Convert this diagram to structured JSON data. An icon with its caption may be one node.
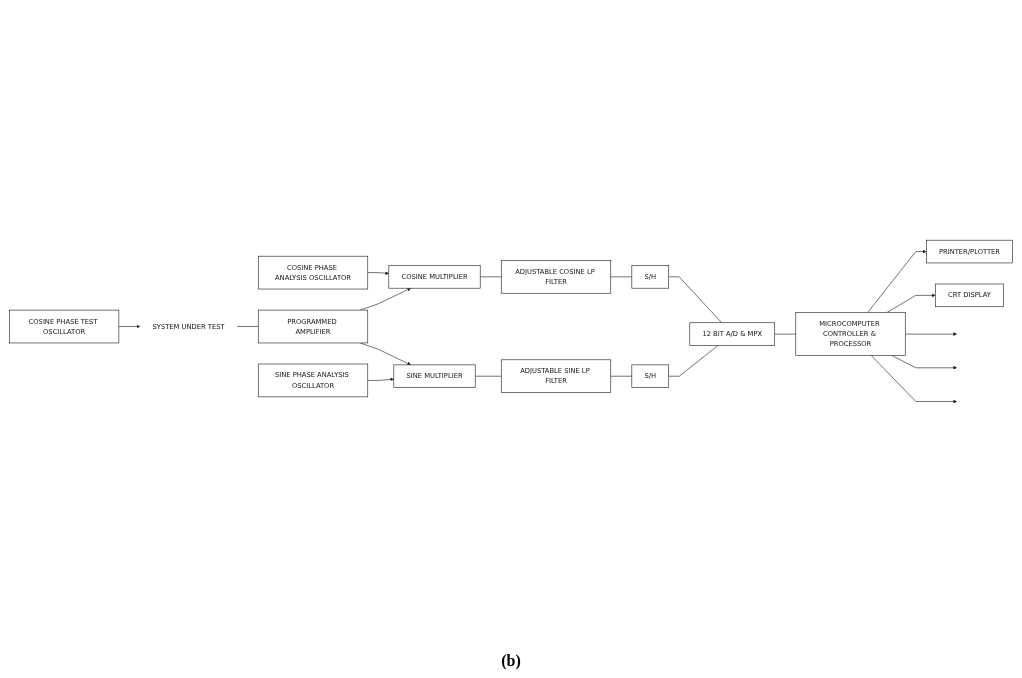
{
  "diagram": {
    "caption": "(b)",
    "nodes": [
      {
        "text": [
          "COSINE PHASE TEST OSCILLATOR"
        ]
      },
      {
        "text": [
          "SYSTEM UNDER TEST"
        ]
      },
      {
        "text": [
          "COSINE PHASE ANALYSIS OSCILLATOR"
        ]
      },
      {
        "text": [
          "COSINE MULTIPLIER"
        ]
      },
      {
        "text": [
          "ADJUSTABLE COSINE LP FILTER"
        ]
      },
      {
        "text": [
          "S/H"
        ]
      },
      {
        "text": [
          "12 BIT A/D & MPX"
        ]
      },
      {
        "text": [
          "PROGRAMMED AMPLIFIER"
        ]
      },
      {
        "text": [
          "SINE MULTIPLIER"
        ]
      },
      {
        "text": [
          "ADJUSTABLE SINE LP FILTER"
        ]
      },
      {
        "text": [
          "S/H"
        ]
      },
      {
        "text": [
          "SINE PHASE ANALYSIS OSCILLATOR"
        ]
      },
      {
        "text": [
          "PRINTER/PLOTTER"
        ]
      },
      {
        "text": [
          "MICROCOMPUTER CONTROLLER & PROCESSOR"
        ]
      },
      {
        "text": [
          "CRT DISPLAY"
        ]
      }
    ],
    "edges": [
      {
        "from": 0,
        "to": 1,
        "arrow": "to"
      },
      {
        "from": 1,
        "to": 7,
        "arrow": "none"
      },
      {
        "from": 7,
        "to": 3,
        "arrow": "to"
      },
      {
        "from": 7,
        "to": 8,
        "arrow": "to"
      },
      {
        "from": 2,
        "to": 3,
        "arrow": "to"
      },
      {
        "from": 11,
        "to": 8,
        "arrow": "to"
      },
      {
        "from": 3,
        "to": 4,
        "arrow": "none"
      },
      {
        "from": 4,
        "to": 5,
        "arrow": "none"
      },
      {
        "from": 5,
        "to": 6,
        "arrow": "none"
      },
      {
        "from": 8,
        "to": 9,
        "arrow": "none"
      },
      {
        "from": 9,
        "to": 10,
        "arrow": "none"
      },
      {
        "from": 10,
        "to": 6,
        "arrow": "none"
      },
      {
        "from": 6,
        "to": 13,
        "arrow": "none"
      },
      {
        "from": 13,
        "to": 12,
        "arrow": "to"
      },
      {
        "from": 13,
        "to": 14,
        "arrow": "to"
      },
      {
        "from": 13,
        "to": null,
        "arrow": "to"
      },
      {
        "from": 13,
        "to": null,
        "arrow": "to"
      },
      {
        "from": 13,
        "to": null,
        "arrow": "to"
      }
    ]
  }
}
